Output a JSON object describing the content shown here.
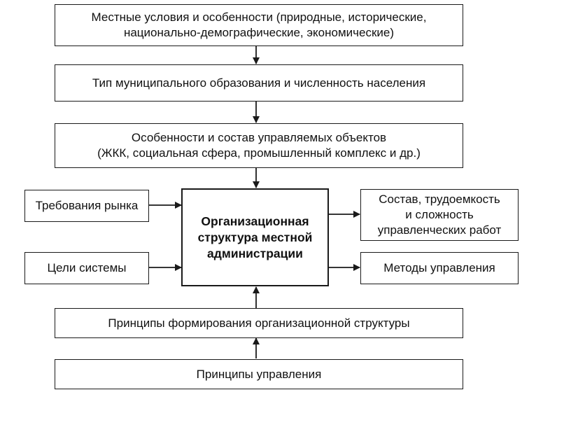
{
  "diagram": {
    "top_boxes": {
      "local_conditions": {
        "line1": "Местные условия и особенности (природные, исторические,",
        "line2": "национально-демографические, экономические)"
      },
      "municipality_type": "Тип муниципального образования и численность населения",
      "managed_objects": {
        "line1": "Особенности и состав управляемых объектов",
        "line2": "(ЖКК, социальная сфера, промышленный комплекс и др.)"
      }
    },
    "left_boxes": {
      "market_requirements": "Требования рынка",
      "system_goals": "Цели системы"
    },
    "center_box": {
      "line1": "Организационная",
      "line2": "структура местной",
      "line3": "администрации"
    },
    "right_boxes": {
      "work_complexity": {
        "line1": "Состав, трудоемкость",
        "line2": "и сложность",
        "line3": "управленческих работ"
      },
      "management_methods": "Методы управления"
    },
    "bottom_boxes": {
      "structure_principles": "Принципы формирования организационной структуры",
      "management_principles": "Принципы управления"
    }
  }
}
